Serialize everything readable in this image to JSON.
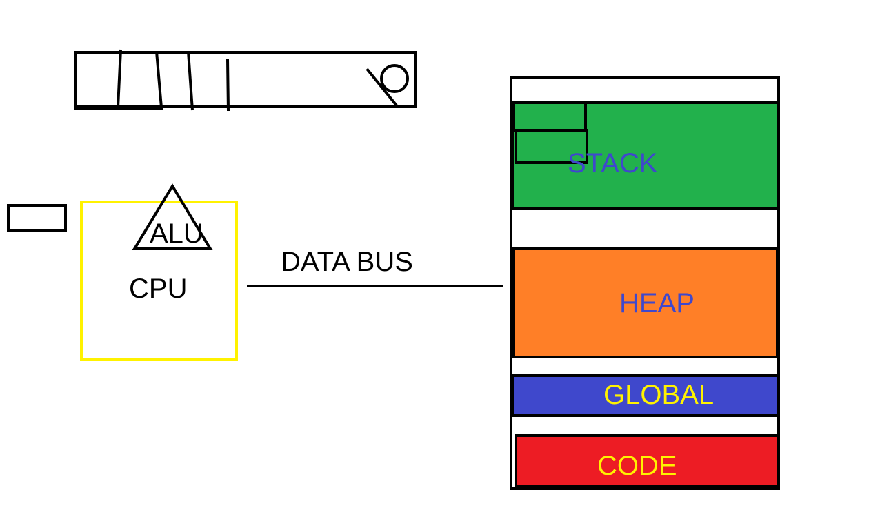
{
  "diagram": {
    "cpu_label": "CPU",
    "alu_label": "ALU",
    "bus_label": "DATA BUS",
    "memory": {
      "stack_label": "STACK",
      "heap_label": "HEAP",
      "global_label": "GLOBAL",
      "code_label": "CODE"
    }
  },
  "colors": {
    "cpu_outline": "#FFF200",
    "stack_fill": "#22B14C",
    "heap_fill": "#FF7F27",
    "global_fill": "#3F48CC",
    "code_fill": "#ED1C24",
    "stack_text": "#3F48CC",
    "heap_text": "#3F48CC",
    "global_text": "#FFF200",
    "code_text": "#FFF200",
    "stroke": "#000000"
  }
}
